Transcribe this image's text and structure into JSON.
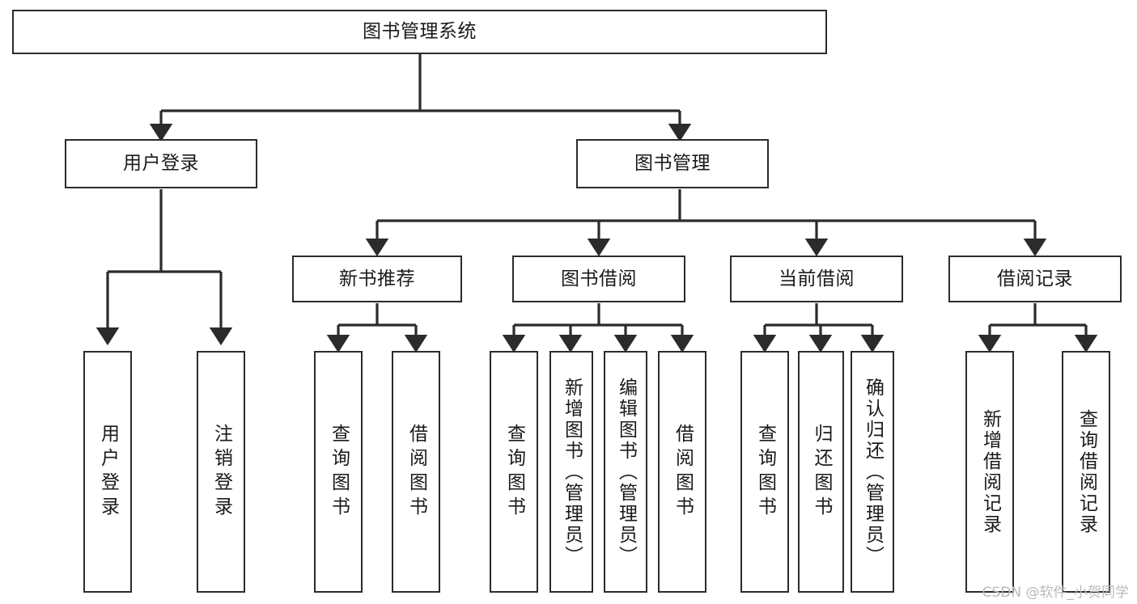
{
  "diagram": {
    "title": "图书管理系统",
    "watermark": "CSDN @软件_小贺同学",
    "accent_color": "#2b2b2b",
    "background_color": "#ffffff",
    "root": {
      "id": "root",
      "label": "图书管理系统"
    },
    "level2": [
      {
        "id": "user-login",
        "label": "用户登录"
      },
      {
        "id": "book-management",
        "label": "图书管理"
      }
    ],
    "level3": [
      {
        "id": "new-book-recommend",
        "label": "新书推荐"
      },
      {
        "id": "book-borrow",
        "label": "图书借阅"
      },
      {
        "id": "current-borrow",
        "label": "当前借阅"
      },
      {
        "id": "borrow-record",
        "label": "借阅记录"
      }
    ],
    "leaves": {
      "user_login": [
        {
          "id": "leaf-user-login",
          "label": "用户登录"
        },
        {
          "id": "leaf-logout-login",
          "label": "注销登录"
        }
      ],
      "new_book_recommend": [
        {
          "id": "leaf-query-book-1",
          "label": "查询图书"
        },
        {
          "id": "leaf-borrow-book-1",
          "label": "借阅图书"
        }
      ],
      "book_borrow": [
        {
          "id": "leaf-query-book-2",
          "label": "查询图书"
        },
        {
          "id": "leaf-add-book",
          "label": "新增图书（管理员）"
        },
        {
          "id": "leaf-edit-book",
          "label": "编辑图书（管理员）"
        },
        {
          "id": "leaf-borrow-book-2",
          "label": "借阅图书"
        }
      ],
      "current_borrow": [
        {
          "id": "leaf-query-book-3",
          "label": "查询图书"
        },
        {
          "id": "leaf-return-book",
          "label": "归还图书"
        },
        {
          "id": "leaf-confirm-return",
          "label": "确认归还（管理员）"
        }
      ],
      "borrow_record": [
        {
          "id": "leaf-add-record",
          "label": "新增借阅记录"
        },
        {
          "id": "leaf-query-record",
          "label": "查询借阅记录"
        }
      ]
    }
  }
}
